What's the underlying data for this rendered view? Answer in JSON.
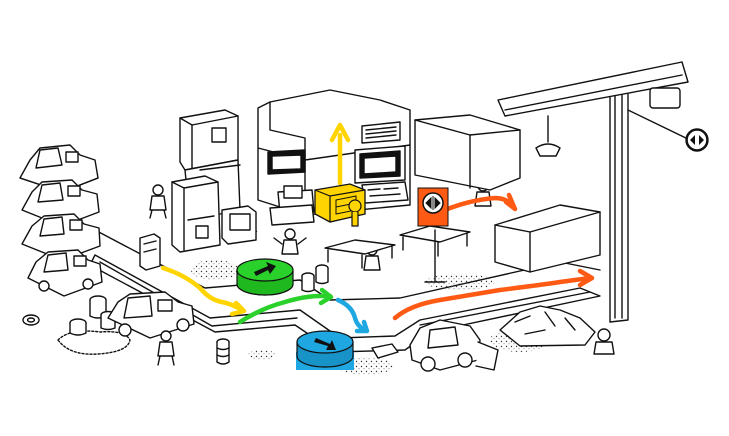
{
  "scene": {
    "style": "black-and-white line illustration of a factory floor with hand-drawn colored route arrows",
    "background_color": "#ffffff",
    "line_color": "#111111"
  },
  "routes": [
    {
      "name": "yellow-route",
      "color": "#ffd400"
    },
    {
      "name": "green-route",
      "color": "#29d12a"
    },
    {
      "name": "blue-route",
      "color": "#1ea7e1"
    },
    {
      "name": "orange-route",
      "color": "#ff5a14"
    },
    {
      "name": "orange-route-upper",
      "color": "#ff5a14"
    },
    {
      "name": "yellow-up-route",
      "color": "#ffd400"
    }
  ],
  "interactives": [
    {
      "name": "green-turntable-button",
      "color": "#29d12a",
      "icon": "arrow-icon"
    },
    {
      "name": "blue-turntable-button",
      "color": "#1ea7e1",
      "icon": "arrow-icon"
    },
    {
      "name": "orange-switch-button",
      "color": "#ff5a14",
      "icon": "split-arrows-icon"
    },
    {
      "name": "yellow-machine-crate",
      "color": "#ffd400",
      "icon": "crate-icon"
    },
    {
      "name": "crane-hook-sign",
      "icon": "split-arrows-icon"
    }
  ]
}
